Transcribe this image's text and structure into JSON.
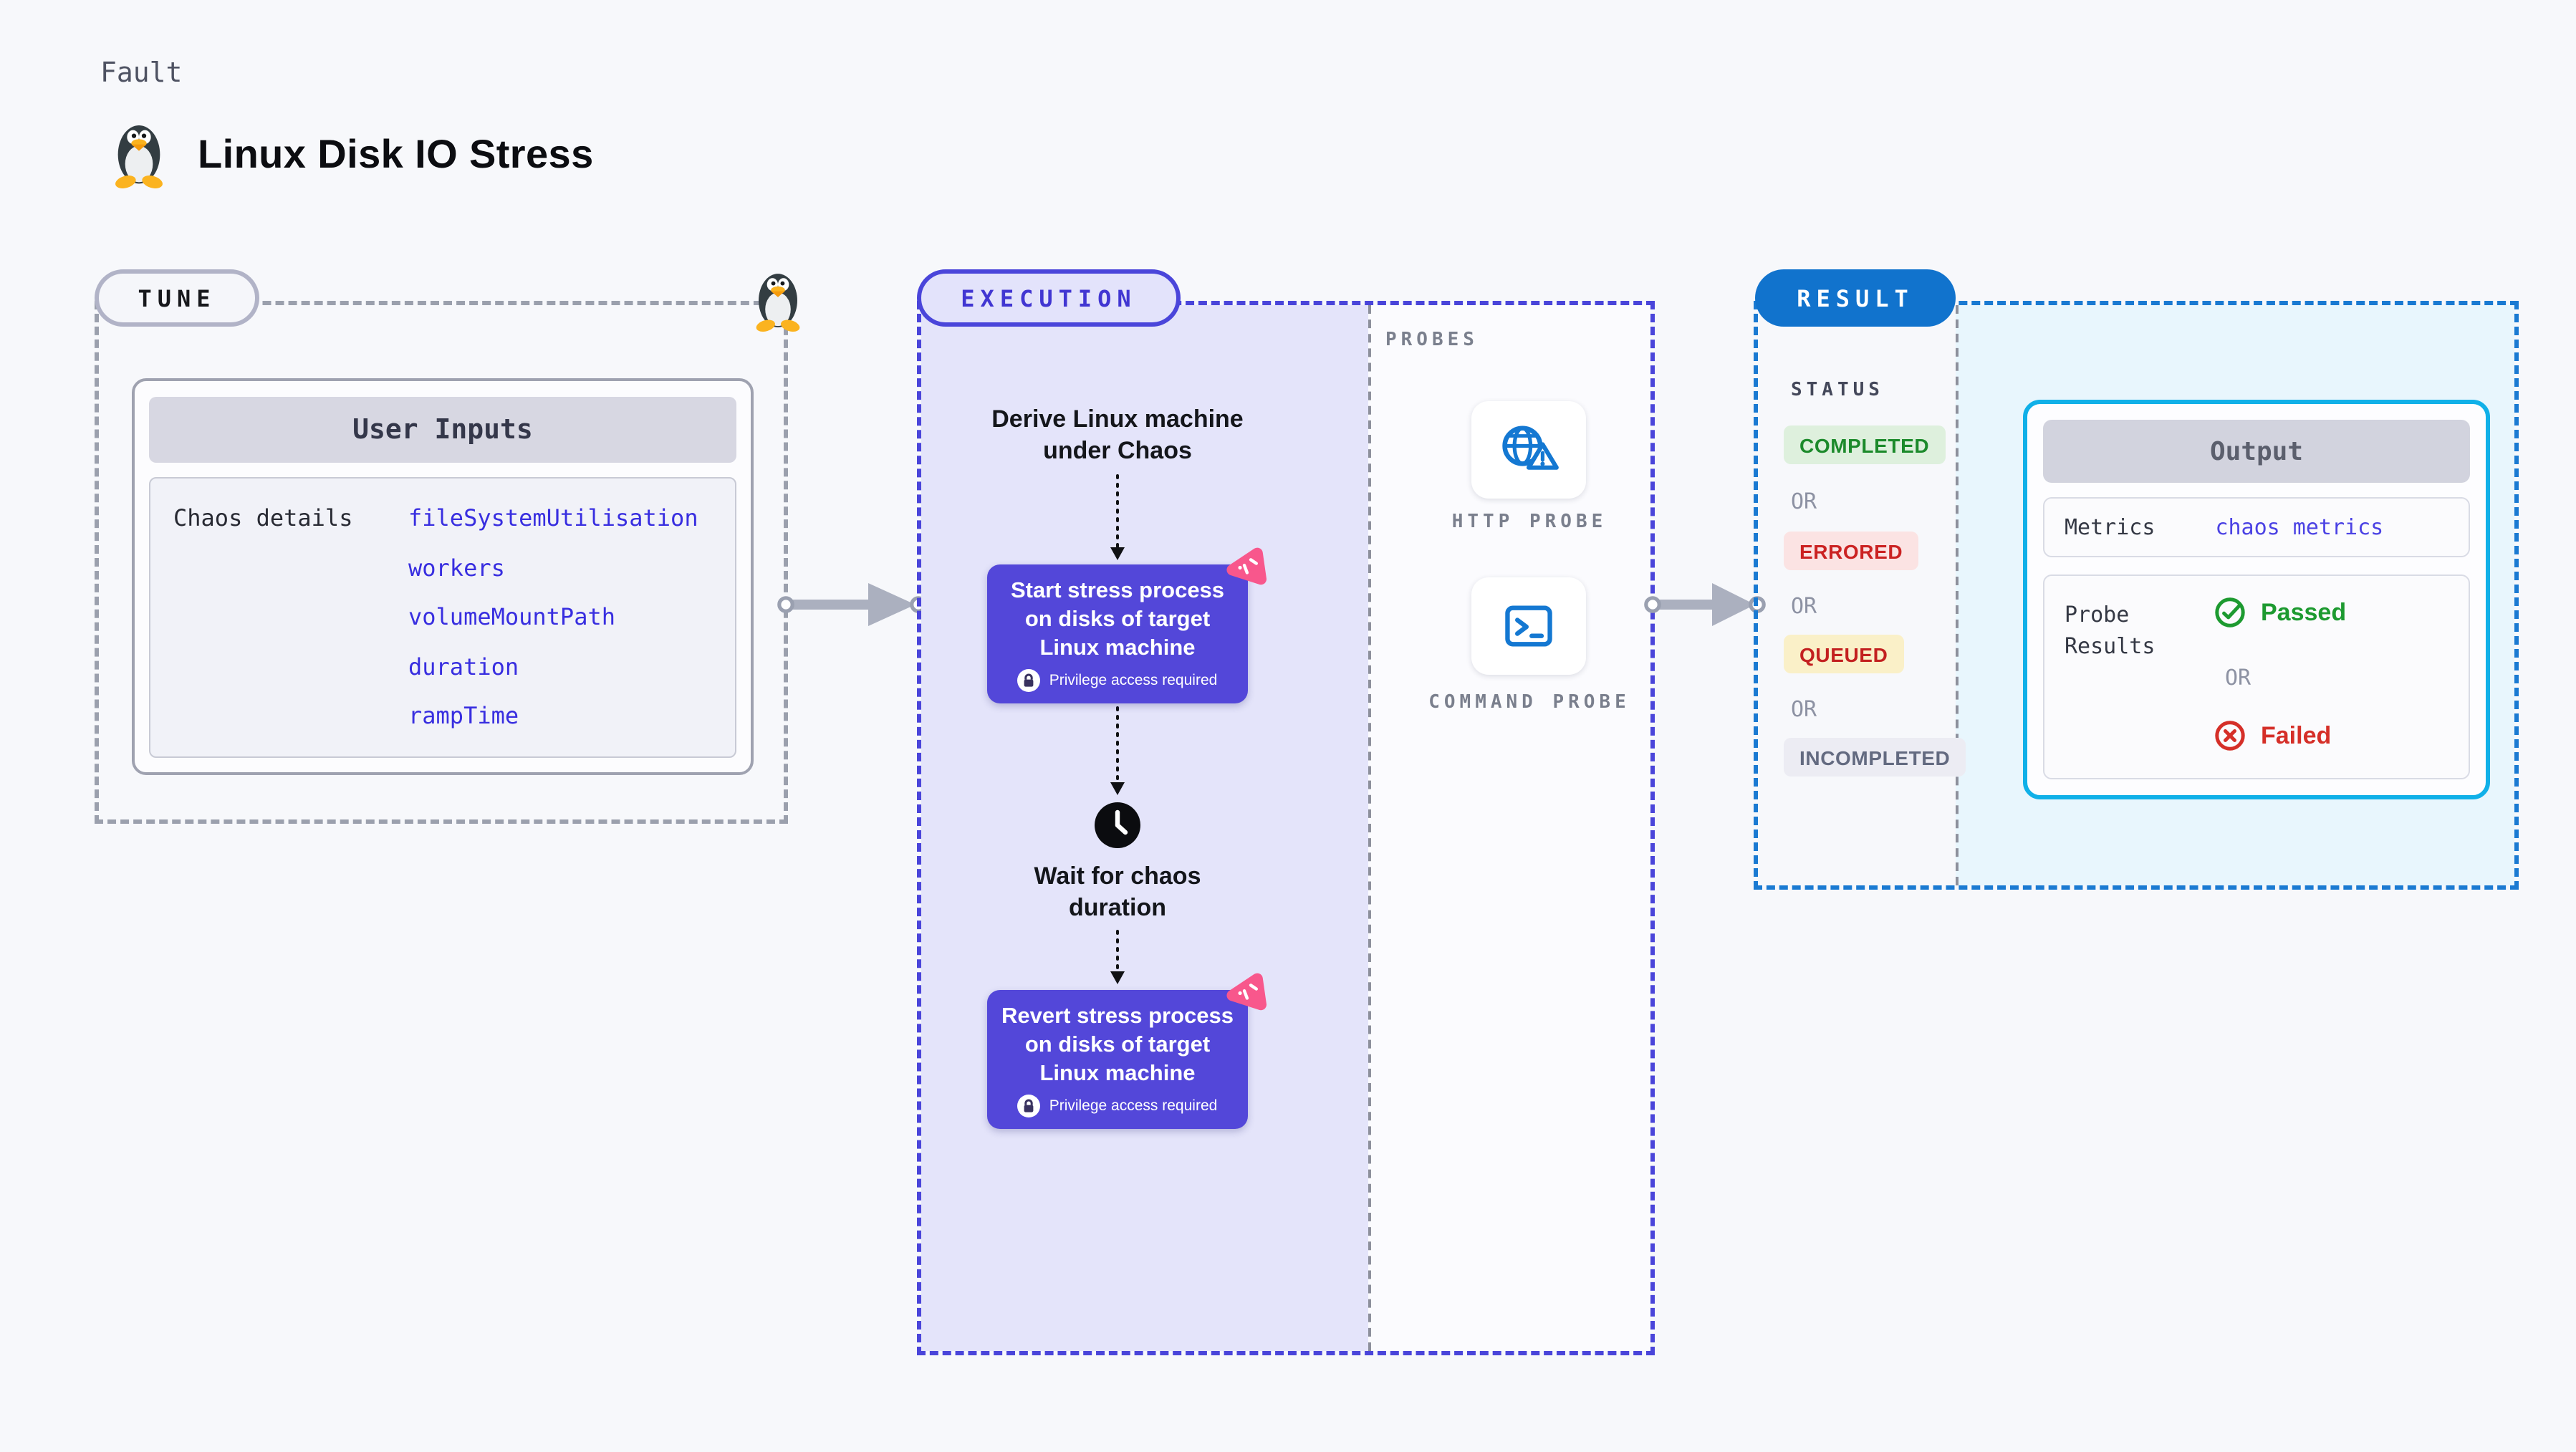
{
  "header": {
    "fault_label": "Fault",
    "title": "Linux Disk IO Stress"
  },
  "tune": {
    "pill_label": "TUNE",
    "user_inputs": {
      "title": "User Inputs",
      "row_label": "Chaos details",
      "values": [
        "fileSystemUtilisation",
        "workers",
        "volumeMountPath",
        "duration",
        "rampTime"
      ]
    }
  },
  "execution": {
    "pill_label": "EXECUTION",
    "derive_label": "Derive Linux machine under Chaos",
    "start_card": {
      "text": "Start stress process on disks of target Linux machine",
      "badge": "Privilege access required"
    },
    "wait_label": "Wait for chaos duration",
    "revert_card": {
      "text": "Revert stress process on disks of target Linux machine",
      "badge": "Privilege access required"
    },
    "probes": {
      "title": "PROBES",
      "items": [
        {
          "label": "HTTP PROBE",
          "icon": "globe-warning-icon"
        },
        {
          "label": "COMMAND PROBE",
          "icon": "terminal-icon"
        }
      ]
    }
  },
  "result": {
    "pill_label": "RESULT",
    "status_label": "STATUS",
    "or_label": "OR",
    "statuses": [
      {
        "label": "COMPLETED",
        "fg": "#1c8a2b",
        "bg": "#def0dd"
      },
      {
        "label": "ERRORED",
        "fg": "#cb2222",
        "bg": "#fbe3e3"
      },
      {
        "label": "QUEUED",
        "fg": "#c32020",
        "bg": "#faf0c8"
      },
      {
        "label": "INCOMPLETED",
        "fg": "#636a80",
        "bg": "#ececf3"
      }
    ],
    "output": {
      "title": "Output",
      "metrics_label": "Metrics",
      "metrics_value": "chaos metrics",
      "probe_results_label": "Probe Results",
      "passed_label": "Passed",
      "failed_label": "Failed"
    }
  },
  "colors": {
    "page_bg": "#f7f8fb",
    "lavender_panel": "#e4e4fa",
    "indigo_border": "#4a45da",
    "indigo_text": "#4136d2",
    "task_card_bg": "#5347d9",
    "result_pill_bg": "#1173cd",
    "result_dash": "#1a7ad2",
    "result_panel_bg": "#e8f6fd",
    "output_border": "#10b0e8",
    "probe_icon_blue": "#1478d2",
    "chaos_pink": "#f8578c",
    "passed_green": "#1d9a30",
    "failed_red": "#d52f28",
    "link_blue": "#382ee0",
    "gray_dash": "#9ba0ad"
  }
}
